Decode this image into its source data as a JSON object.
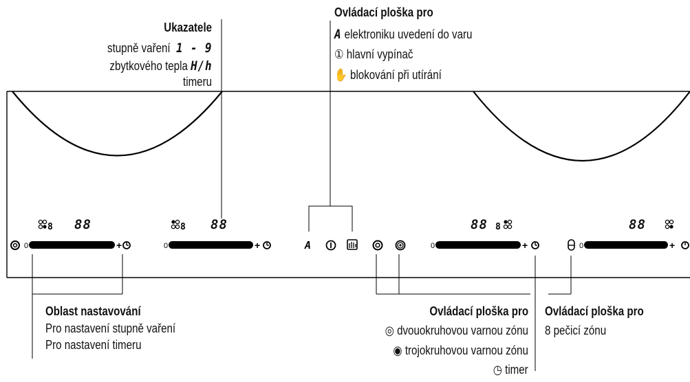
{
  "indicators": {
    "title": "Ukazatele",
    "line1": "stupně vaření",
    "line1_symbol": "1 - 9",
    "line2": "zbytkového tepla",
    "line2_symbol": "H/h",
    "line3": "timeru"
  },
  "top_control": {
    "title": "Ovládací ploška pro",
    "items": [
      {
        "symbol": "A",
        "icon": "boost-a-icon",
        "text": "elektroniku uvedení do varu"
      },
      {
        "symbol": "①",
        "icon": "power-icon",
        "text": "hlavní vypínač"
      },
      {
        "symbol": "✋",
        "icon": "hand-lock-icon",
        "text": "blokování při utírání"
      }
    ]
  },
  "settings_area": {
    "title": "Oblast nastavování",
    "line1": "Pro nastavení stupně vaření",
    "line2": "Pro nastavení timeru"
  },
  "zone_control": {
    "title": "Ovládací ploška pro",
    "items": [
      {
        "symbol": "◎",
        "icon": "dual-ring-icon",
        "text": "dvouokruhovou varnou zónu"
      },
      {
        "symbol": "◉",
        "icon": "triple-ring-icon",
        "text": "trojokruhovou varnou zónu"
      },
      {
        "symbol": "◷",
        "icon": "timer-icon",
        "text": "timer"
      }
    ]
  },
  "roaster_control": {
    "title": "Ovládací ploška pro",
    "items": [
      {
        "symbol": "8",
        "icon": "roaster-zone-icon",
        "text": "pečicí zónu"
      }
    ]
  },
  "panel": {
    "display_digits": "88",
    "slider_min": "0",
    "slider_plus": "+"
  }
}
